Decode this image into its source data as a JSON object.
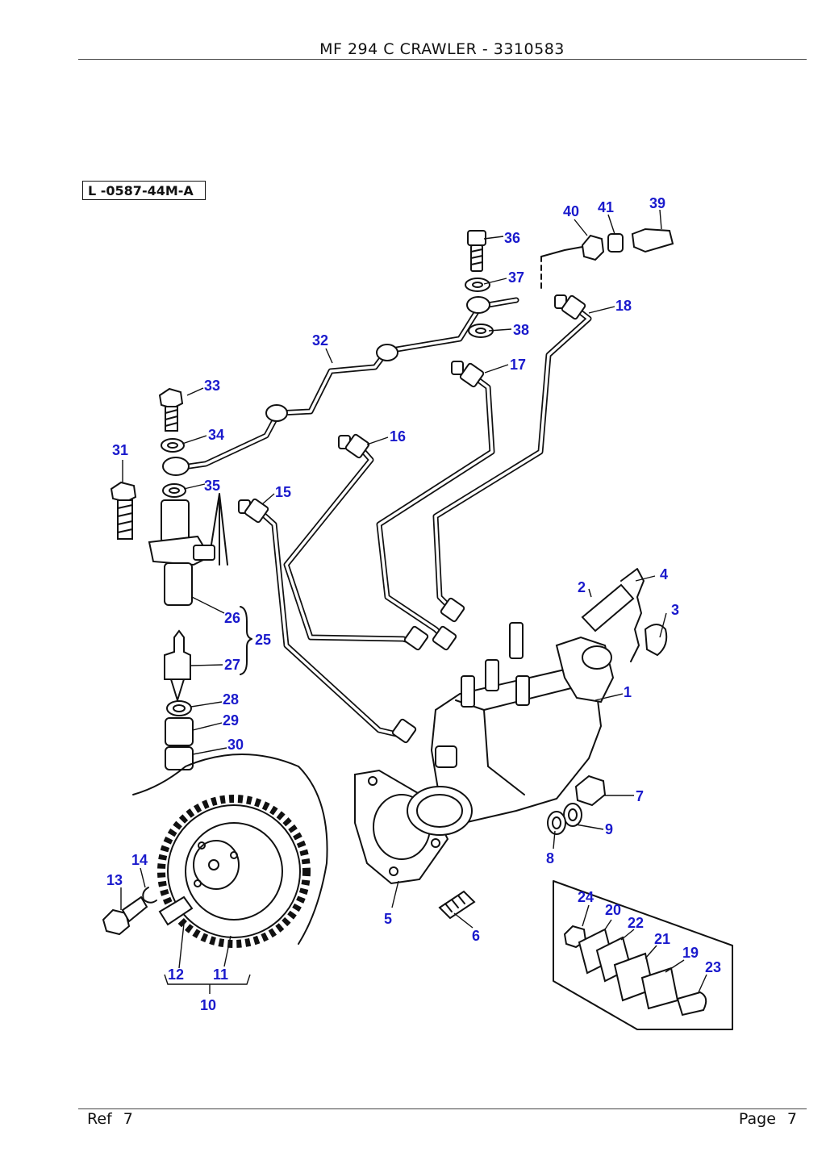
{
  "header": {
    "title": "MF 294 C CRAWLER - 3310583"
  },
  "diagram": {
    "ref_code": "L -0587-44M-A",
    "callouts": [
      {
        "id": "1",
        "label": "1"
      },
      {
        "id": "2",
        "label": "2"
      },
      {
        "id": "3",
        "label": "3"
      },
      {
        "id": "4",
        "label": "4"
      },
      {
        "id": "5",
        "label": "5"
      },
      {
        "id": "6",
        "label": "6"
      },
      {
        "id": "7",
        "label": "7"
      },
      {
        "id": "8",
        "label": "8"
      },
      {
        "id": "9",
        "label": "9"
      },
      {
        "id": "10",
        "label": "10"
      },
      {
        "id": "11",
        "label": "11"
      },
      {
        "id": "12",
        "label": "12"
      },
      {
        "id": "13",
        "label": "13"
      },
      {
        "id": "14",
        "label": "14"
      },
      {
        "id": "15",
        "label": "15"
      },
      {
        "id": "16",
        "label": "16"
      },
      {
        "id": "17",
        "label": "17"
      },
      {
        "id": "18",
        "label": "18"
      },
      {
        "id": "19",
        "label": "19"
      },
      {
        "id": "20",
        "label": "20"
      },
      {
        "id": "21",
        "label": "21"
      },
      {
        "id": "22",
        "label": "22"
      },
      {
        "id": "23",
        "label": "23"
      },
      {
        "id": "24",
        "label": "24"
      },
      {
        "id": "25",
        "label": "25"
      },
      {
        "id": "26",
        "label": "26"
      },
      {
        "id": "27",
        "label": "27"
      },
      {
        "id": "28",
        "label": "28"
      },
      {
        "id": "29",
        "label": "29"
      },
      {
        "id": "30",
        "label": "30"
      },
      {
        "id": "31",
        "label": "31"
      },
      {
        "id": "32",
        "label": "32"
      },
      {
        "id": "33",
        "label": "33"
      },
      {
        "id": "34",
        "label": "34"
      },
      {
        "id": "35",
        "label": "35"
      },
      {
        "id": "36",
        "label": "36"
      },
      {
        "id": "37",
        "label": "37"
      },
      {
        "id": "38",
        "label": "38"
      },
      {
        "id": "39",
        "label": "39"
      },
      {
        "id": "40",
        "label": "40"
      },
      {
        "id": "41",
        "label": "41"
      }
    ],
    "callout_color": "#1a1acc"
  },
  "footer": {
    "ref_label": "Ref",
    "ref_value": "7",
    "page_label": "Page",
    "page_value": "7"
  }
}
